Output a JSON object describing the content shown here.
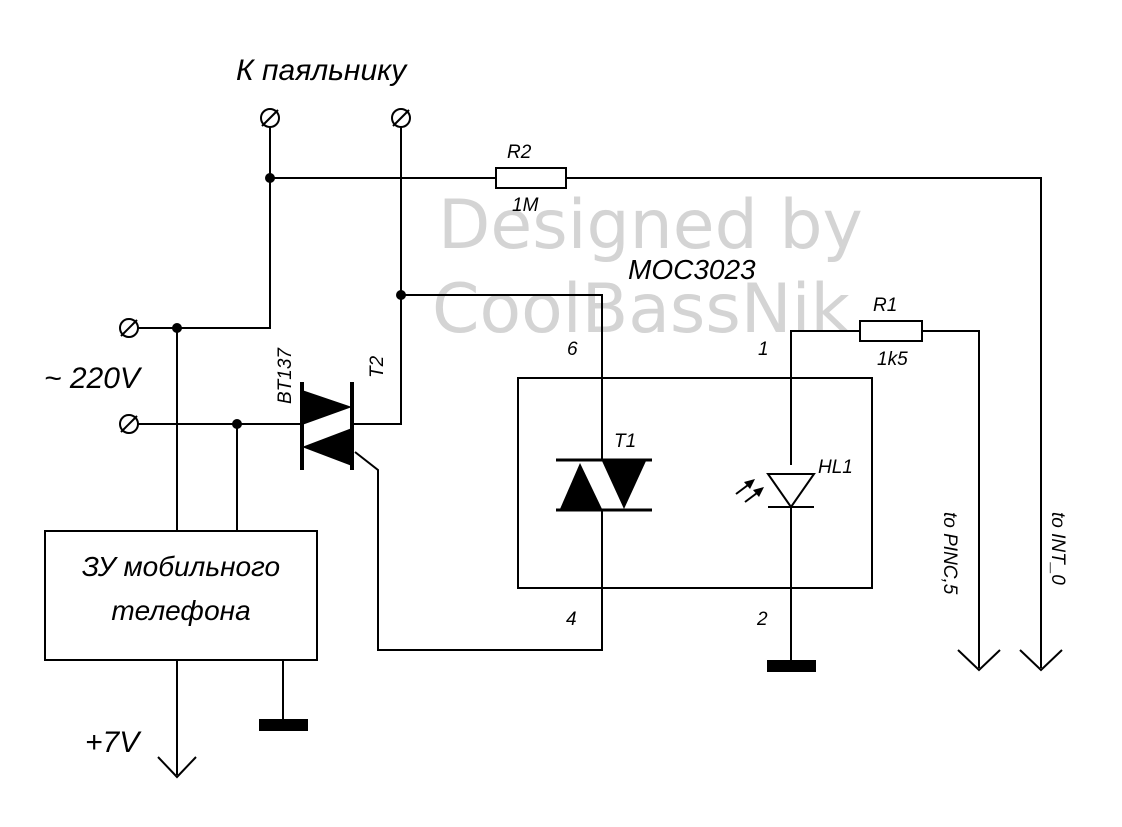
{
  "labels": {
    "to_iron": "К паяльнику",
    "mains": "~ 220V",
    "triac_part": "BT137",
    "triac_ref": "T2",
    "r2_ref": "R2",
    "r2_value": "1M",
    "opto_part": "MOC3023",
    "r1_ref": "R1",
    "r1_value": "1k5",
    "pin6": "6",
    "pin1": "1",
    "pin4": "4",
    "pin2": "2",
    "opto_triac_ref": "T1",
    "led_ref": "HL1",
    "charger_line1": "ЗУ мобильного",
    "charger_line2": "телефона",
    "out_7v": "+7V",
    "to_pinc5": "to PINC,5",
    "to_int0": "to INT_0"
  },
  "watermark": {
    "line1": "Designed by",
    "line2": "CoolBassNik",
    "color": "#d4d4d4"
  }
}
